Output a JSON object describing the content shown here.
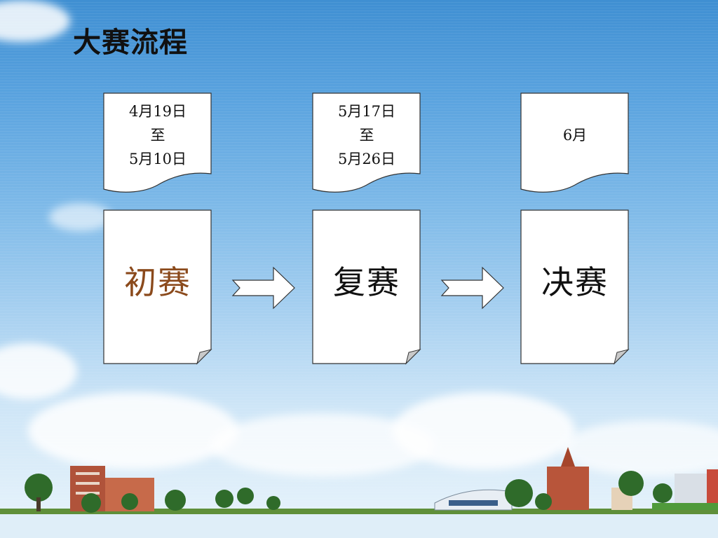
{
  "slide": {
    "title": "大赛流程"
  },
  "colors": {
    "first_stage_text": "#8b4a1c",
    "card_border": "#333333",
    "card_fill": "#ffffff"
  },
  "dates": [
    {
      "line1": "4月19日",
      "line2": "至",
      "line3": "5月10日"
    },
    {
      "line1": "5月17日",
      "line2": "至",
      "line3": "5月26日"
    },
    {
      "line1": "6月"
    }
  ],
  "stages": [
    {
      "label": "初赛"
    },
    {
      "label": "复赛"
    },
    {
      "label": "决赛"
    }
  ]
}
